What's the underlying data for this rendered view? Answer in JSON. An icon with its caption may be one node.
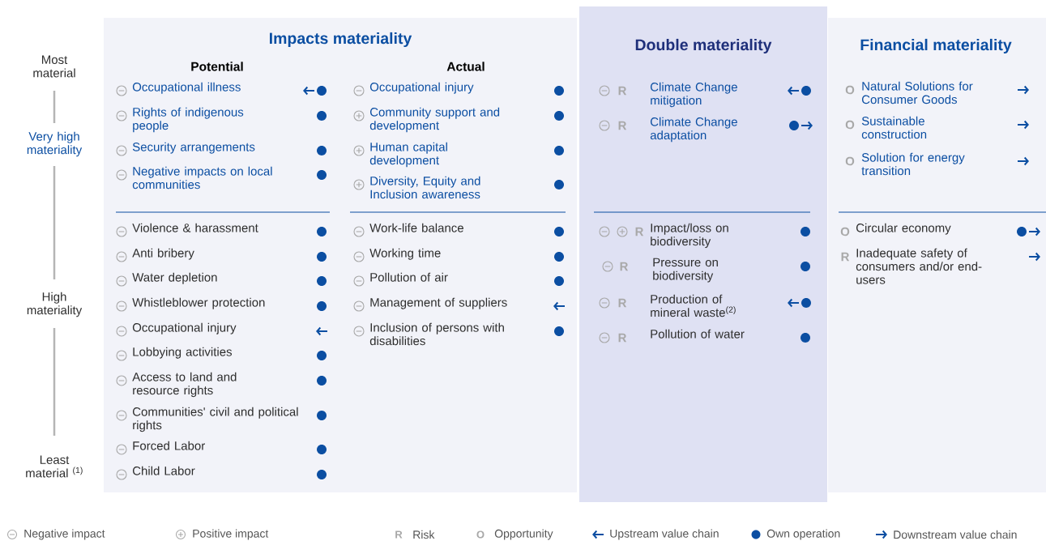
{
  "diagram": {
    "nodes": [
      {
        "text": [
          "Impacts materiality",
          "Potential",
          "Actual"
        ]
      },
      {
        "text": [
          "Double materiality"
        ]
      },
      {
        "text": [
          "Financial materiality"
        ]
      }
    ],
    "labels": [
      "Most material",
      "Very high materiality",
      "High materiality",
      "Least material $^{(1)}$",
      "Occupational illness",
      "Rights of indigenous people",
      "Security arrangements",
      "Negative impacts on local communities",
      "Violence & harassment",
      "Anti bribery",
      "Water depletion",
      "Whistleblower protection",
      "Occupational injury",
      "Lobbying activities",
      "Access to land and resource rights",
      "Communities' civil and political rights",
      "Forced Labor",
      "Child Labor",
      "Occupational injury",
      "Community support and development",
      "Human capital development",
      "Diversity, Equity and Inclusion awareness",
      "Work-life balance",
      "Working time",
      "Pollution of air",
      "Management of suppliers",
      "Inclusion of persons with disabilities",
      "R",
      "Climate Change mitigation",
      "R",
      "Climate Change adaptation",
      "R",
      "Impact/loss on biodiversity",
      "R",
      "Pressure on biodiversity",
      "R",
      "Production of mineral waste$^{(2)}$",
      "R",
      "Pollution of water",
      "O",
      "Natural Solutions for Consumer Goods",
      "O",
      "Sustainable construction",
      "O",
      "Solution for energy transition",
      "O",
      "Circular economy",
      "R",
      "Inadequate safety of consumers and/or end-users",
      "R",
      "O"
    ],
    "legend": [
      {
        "text": "Negative impact"
      },
      {
        "text": "Positive impact"
      },
      {
        "text": "Risk"
      },
      {
        "text": "Opportunity"
      },
      {
        "text": "Upstream value chain"
      },
      {
        "text": "Own operation"
      },
      {
        "text": "Downstream value chain"
      }
    ]
  }
}
